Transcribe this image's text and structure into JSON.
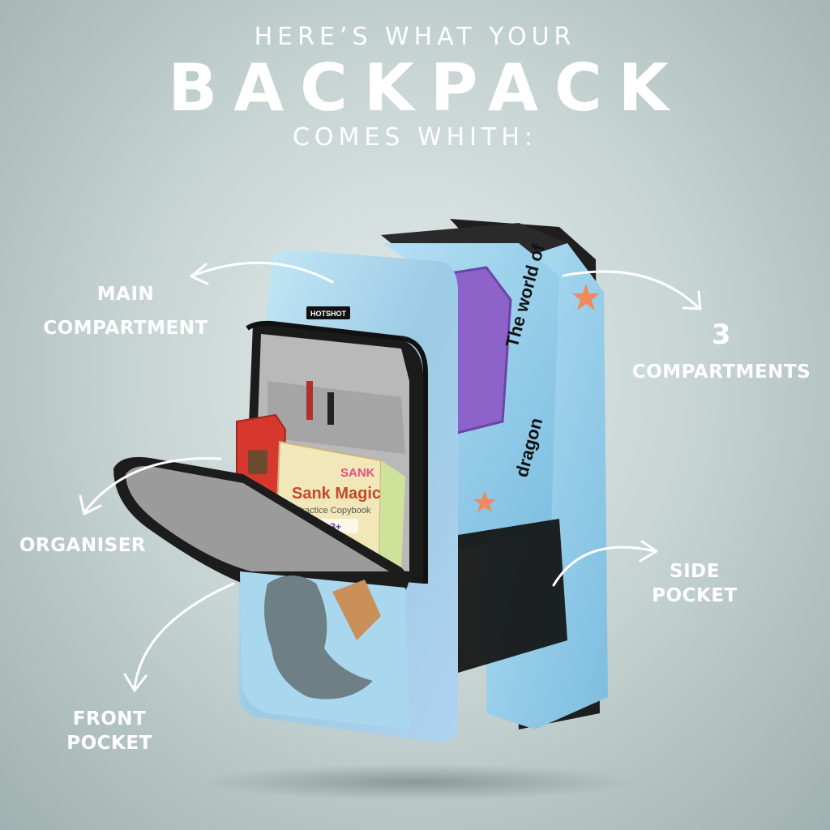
{
  "header": {
    "line1": "HERE’S WHAT YOUR",
    "line2": "BACKPACK",
    "line3": "COMES WHITH:"
  },
  "labels": {
    "main": [
      "MAIN",
      "COMPARTMENT"
    ],
    "three_count": "3",
    "three_word": "COMPARTMENTS",
    "organiser": "ORGANISER",
    "side": [
      "SIDE",
      "POCKET"
    ],
    "front": [
      "FRONT",
      "POCKET"
    ]
  },
  "product": {
    "brand": "HOTSHOT",
    "book_title": "SANK",
    "book_subtitle": "Sank Magic",
    "book_caption": "Practice Copybook",
    "book_age": "AGES 3+",
    "print_text_1": "The world of",
    "print_text_2": "dragon"
  },
  "colors": {
    "bag": "#8fc9e8",
    "bag_dark": "#6fb0d6",
    "accent_star": "#f08a5d"
  }
}
